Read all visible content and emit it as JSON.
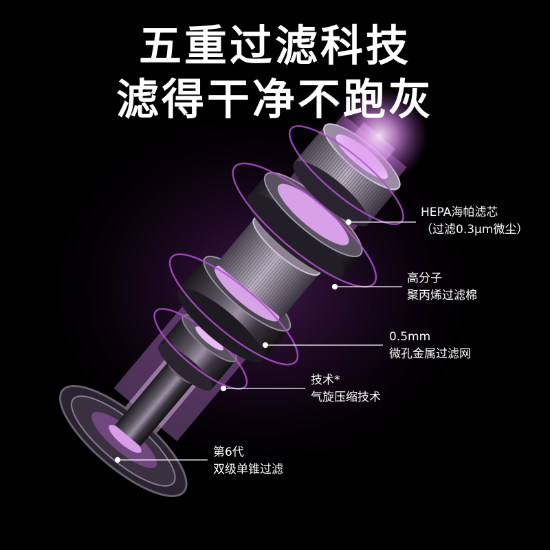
{
  "headline": {
    "line1": "五重过滤科技",
    "line2": "滤得干净不跑灰"
  },
  "colors": {
    "background": "#000000",
    "glow": "#c86be0",
    "ring": "#a23fbf",
    "text": "#ffffff"
  },
  "callouts": [
    {
      "line1": "HEPA海帕滤芯",
      "line2": "（过滤0.3μm微尘）"
    },
    {
      "line1": "高分子",
      "line2": "聚丙烯过滤棉"
    },
    {
      "line1": "0.5mm",
      "line2": "微孔金属过滤网"
    },
    {
      "line1": "技术*",
      "line2": "气旋压缩技术"
    },
    {
      "line1": "第6代",
      "line2": "双级单锥过滤"
    }
  ]
}
